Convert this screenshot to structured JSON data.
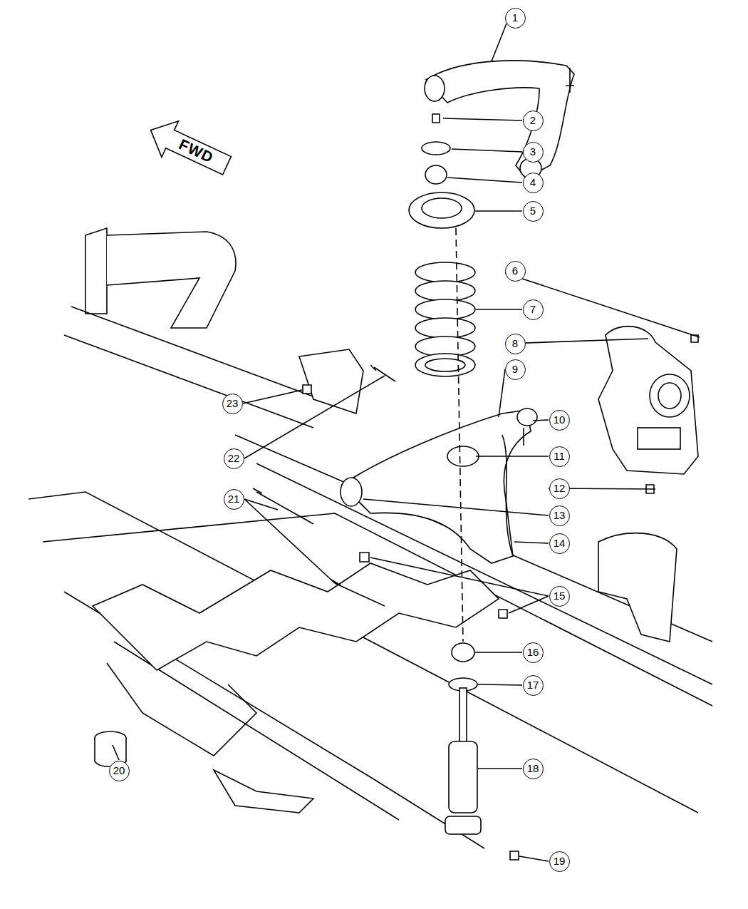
{
  "diagram": {
    "labels": [
      "1",
      "2",
      "3",
      "4",
      "5",
      "6",
      "7",
      "8",
      "9",
      "10",
      "11",
      "12",
      "13",
      "14",
      "15",
      "16",
      "17",
      "18",
      "19",
      "20",
      "21",
      "22",
      "23",
      "FWD"
    ]
  }
}
